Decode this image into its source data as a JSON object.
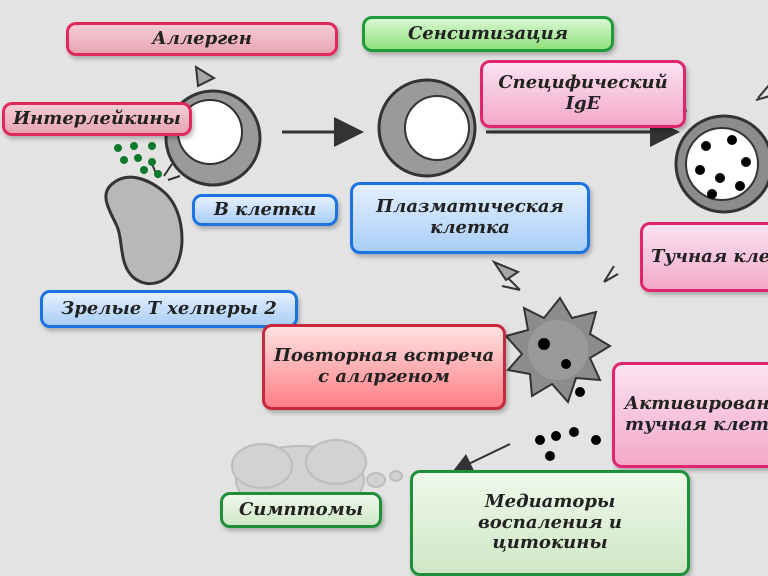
{
  "labels": {
    "allergen": "Аллерген",
    "sensitization": "Сенситизация",
    "specific_ige": "Специфический IgE",
    "interleukins": "Интерлейкины",
    "b_cells": "В клетки",
    "plasma_cell": "Плазматическая клетка",
    "mast_cell": "Тучная кле",
    "mature_t_helpers": "Зрелые Т хелперы 2",
    "repeated_encounter": "Повторная встреча с аллргеном",
    "activated_mast_cell": "Активирован тучная клет",
    "symptoms": "Симптомы",
    "mediators": "Медиаторы воспаления и цитокины"
  },
  "colors": {
    "red_border": "#e0285a",
    "green_border": "#1f9b3c",
    "blue_border": "#1a73e0",
    "pink_border": "#e0246e",
    "cell_gray": "#8c8c8c"
  }
}
